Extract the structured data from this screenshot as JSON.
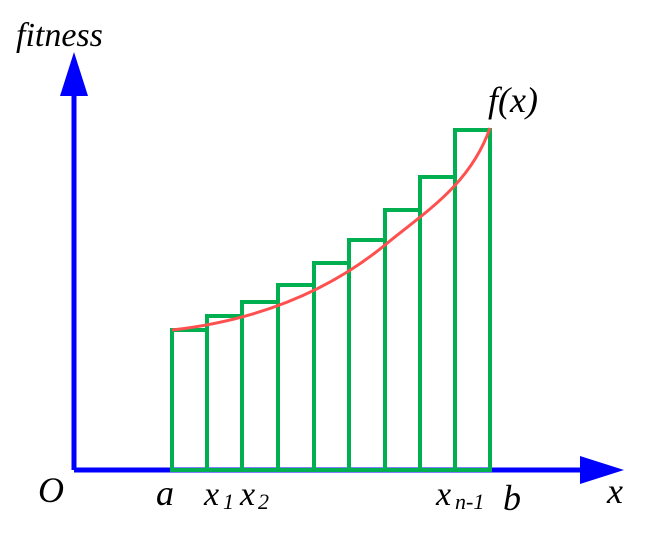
{
  "labels": {
    "y_axis": "fitness",
    "x_axis": "x",
    "origin": "O",
    "function": "f(x)",
    "a": "a",
    "b": "b",
    "x1_base": "x",
    "x1_sub": "1",
    "x2_base": "x",
    "x2_sub": "2",
    "xn1_base": "x",
    "xn1_sub": "n-1"
  },
  "colors": {
    "axes": "#0000ff",
    "bars": "#00b050",
    "curve": "#ff5050",
    "text": "#000000"
  }
}
